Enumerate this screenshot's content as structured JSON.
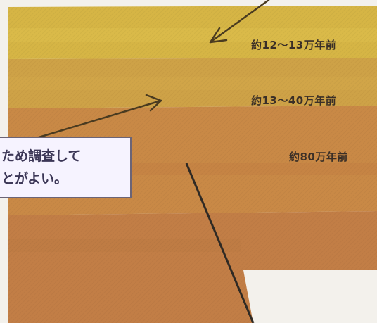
{
  "layers": [
    {
      "age_label": "約12〜13万年前"
    },
    {
      "age_label": "約13〜40万年前"
    },
    {
      "age_label": "約80万年前"
    }
  ],
  "callout": {
    "line1": "ため調査して",
    "line2": "とがよい。"
  },
  "colors": {
    "layer_top": "#d7b645",
    "layer_mid": "#cfa347",
    "layer_lower": "#c88647",
    "layer_bottom": "#c27c45",
    "arrow": "#4a3b20",
    "fault_line": "#2f2a24",
    "callout_bg": "#f6f3ff",
    "callout_border": "#6b6477",
    "callout_text": "#3c3757"
  }
}
